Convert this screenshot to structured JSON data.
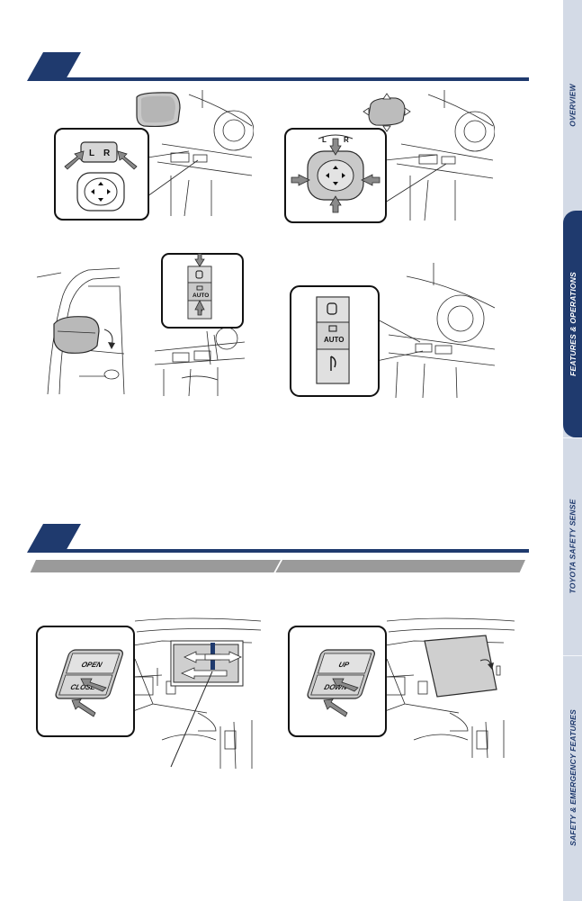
{
  "colors": {
    "navy": "#1f3a6e",
    "gray_bar": "#9a9a9a",
    "sidebar_bg": "#d3dae6",
    "sidebar_active": "#1f3a6e",
    "line": "#2a2a2a"
  },
  "sidebar": {
    "tabs": [
      {
        "label": "OVERVIEW",
        "active": false
      },
      {
        "label": "FEATURES & OPERATIONS",
        "active": true
      },
      {
        "label": "TOYOTA SAFETY SENSE",
        "active": false
      },
      {
        "label": "SAFETY & EMERGENCY FEATURES",
        "active": false
      }
    ]
  },
  "mirror_switch": {
    "left_label": "L",
    "right_label": "R"
  },
  "auto_switch": {
    "label": "AUTO"
  },
  "window_switch": {
    "open_label": "OPEN",
    "close_label": "CLOSE"
  },
  "tilt_switch": {
    "up_label": "UP",
    "down_label": "DOWN"
  }
}
